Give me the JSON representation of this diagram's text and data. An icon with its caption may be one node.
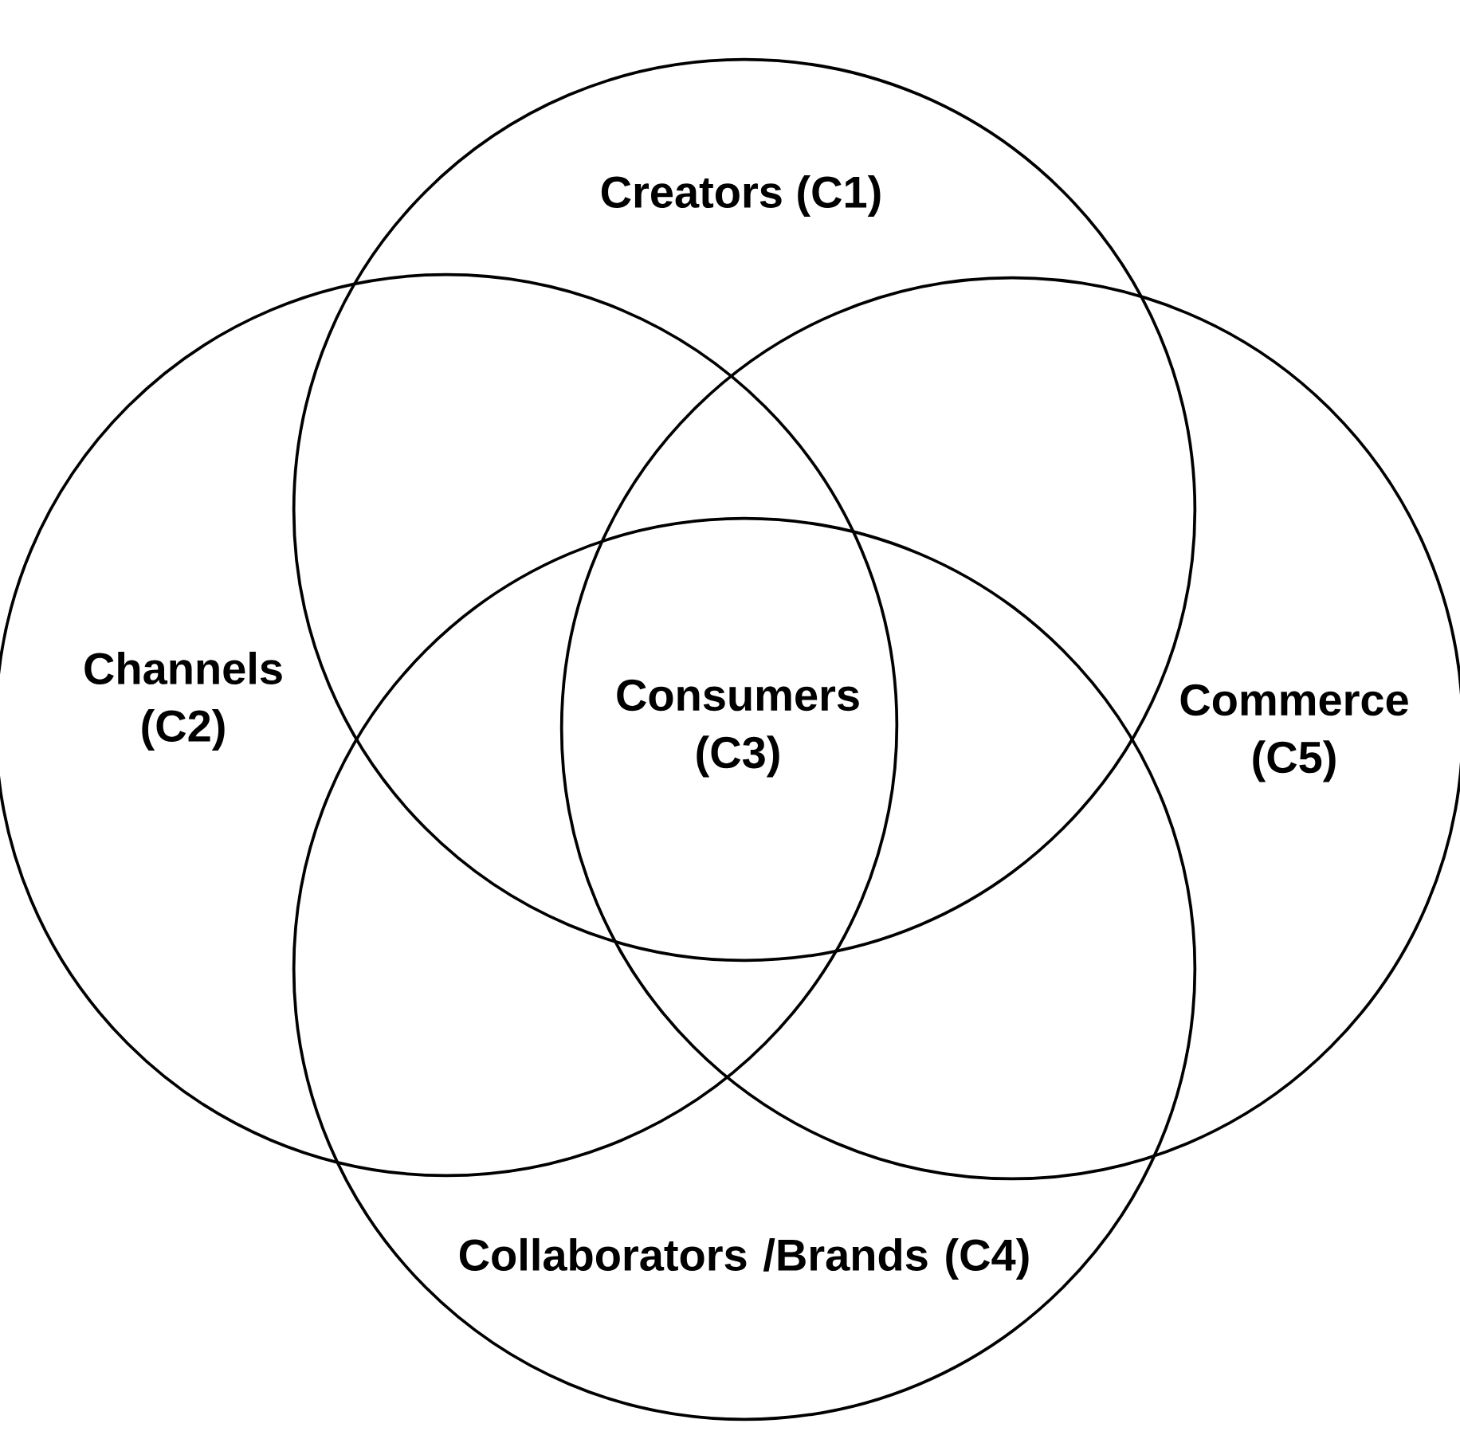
{
  "diagram": {
    "nodes": [
      {
        "text": [
          "Creators (C1)"
        ]
      },
      {
        "text": [
          "Channels (C2)"
        ]
      },
      {
        "text": [
          "Collaborators /Brands (C4)"
        ]
      },
      {
        "text": [
          "Commerce (C5)"
        ]
      }
    ],
    "labels": [
      "Consumers (C3)"
    ]
  }
}
